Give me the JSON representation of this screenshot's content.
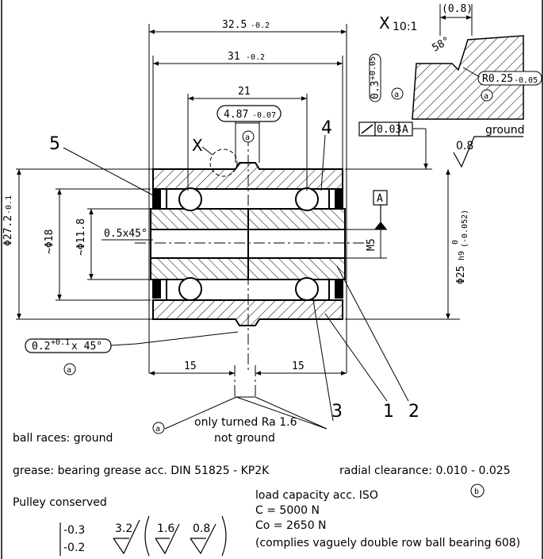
{
  "dimensions": {
    "overall_length": "32.5",
    "overall_length_tol": "-0.2",
    "inner_length": "31",
    "inner_length_tol": "-0.2",
    "ball_spacing": "21",
    "groove_width": "4.87",
    "groove_tol": "-0.07",
    "half_left": "15",
    "half_right": "15",
    "chamfer_bore": "0.5x45°",
    "outer_diameter": "Φ27.2",
    "outer_diameter_tol": "-0.1",
    "pitch_diameter": "~Φ18",
    "inner_diameter": "~Φ11.8",
    "bearing_diameter": "Φ25",
    "bearing_fit": "h9",
    "bearing_fit_upper": "0",
    "bearing_fit_lower": "(-0.052)",
    "thread": "M5",
    "chamfer_edge": "0.2",
    "chamfer_edge_tol": "+0.1",
    "chamfer_edge_angle": "x 45°"
  },
  "detail_x": {
    "title": "X",
    "scale": "10:1",
    "width": "(0.8)",
    "angle": "58°",
    "depth": "0.3",
    "depth_tol": "+0.05",
    "radius": "R0.25",
    "radius_tol": "-0.05",
    "note_a": "a"
  },
  "tolerance_frame": {
    "value": "0.03",
    "datum": "A"
  },
  "datum_label": "A",
  "detail_callout": "X",
  "surface": {
    "ground_value": "0.8",
    "ground_label": "ground"
  },
  "parts": {
    "p1": "1",
    "p2": "2",
    "p3": "3",
    "p4": "4",
    "p5": "5"
  },
  "markers": {
    "a": "a",
    "b": "b"
  },
  "notes": {
    "turned_line1": "only turned Ra 1.6",
    "turned_line2": "not ground",
    "ball_races": "ball races: ground",
    "grease": "grease: bearing grease acc. DIN 51825 - KP2K",
    "radial_clearance": "radial clearance: 0.010 - 0.025",
    "pulley": "Pulley conserved",
    "load_title": "load capacity acc. ISO",
    "load_c": "C  = 5000 N",
    "load_co": "Co = 2650 N",
    "load_note": "(complies vaguely double row ball bearing 608)"
  },
  "general_tolerance": {
    "upper": "-0.3",
    "lower": "-0.2"
  },
  "surface_symbols": {
    "s1": "3.2",
    "s2": "1.6",
    "s3": "0.8"
  }
}
